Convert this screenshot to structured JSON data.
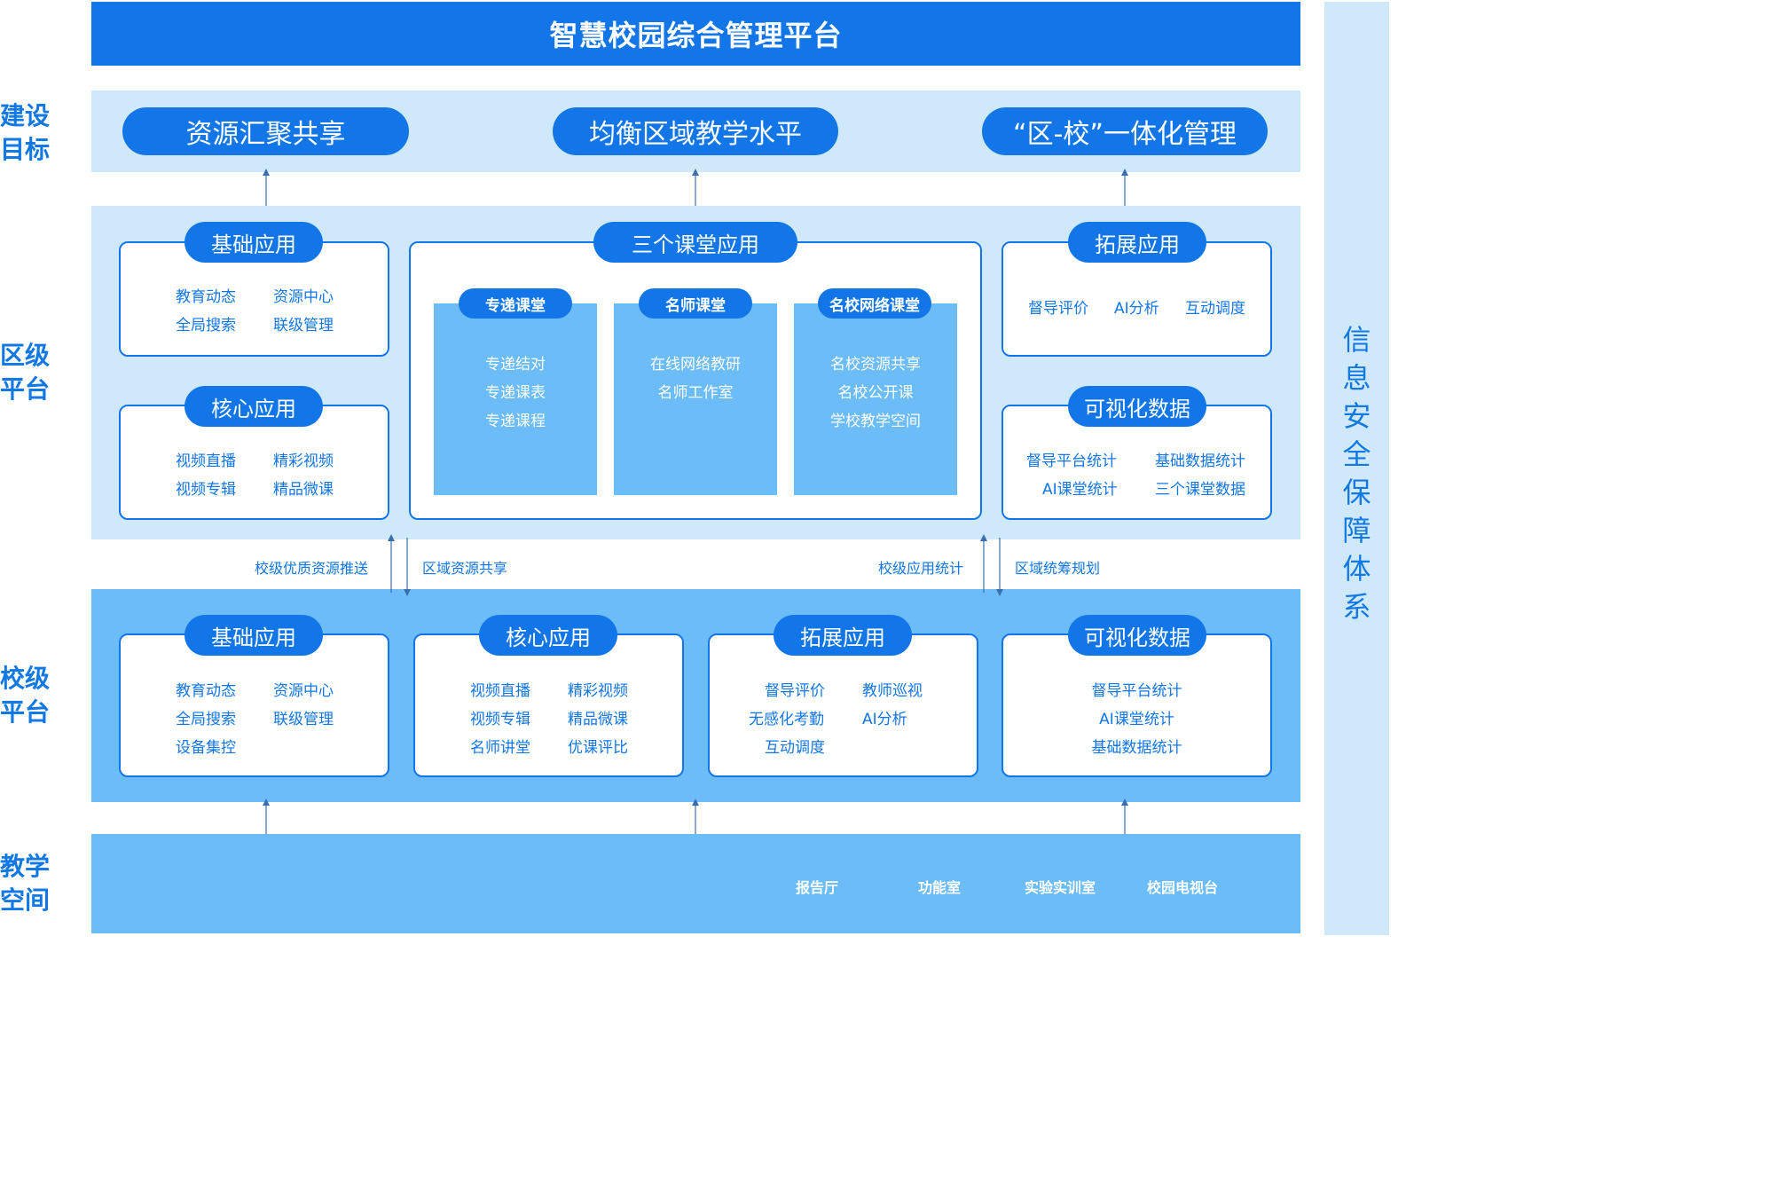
{
  "title": "智慧校园综合管理平台",
  "side_label": [
    "信",
    "息",
    "安",
    "全",
    "保",
    "障",
    "体",
    "系"
  ],
  "row_labels": {
    "goal": [
      "建设",
      "目标"
    ],
    "district": [
      "区级",
      "平台"
    ],
    "school": [
      "校级",
      "平台"
    ],
    "space": [
      "教学",
      "空间"
    ]
  },
  "goals": [
    "资源汇聚共享",
    "均衡区域教学水平",
    "“区-校”一体化管理"
  ],
  "district": {
    "basic": {
      "title": "基础应用",
      "items": [
        "教育动态",
        "资源中心",
        "全局搜索",
        "联级管理"
      ]
    },
    "core": {
      "title": "核心应用",
      "items": [
        "视频直播",
        "精彩视频",
        "视频专辑",
        "精品微课"
      ]
    },
    "three": {
      "title": "三个课堂应用",
      "columns": [
        {
          "title": "专递课堂",
          "items": [
            "专递结对",
            "专递课表",
            "专递课程"
          ]
        },
        {
          "title": "名师课堂",
          "items": [
            "在线网络教研",
            "名师工作室"
          ]
        },
        {
          "title": "名校网络课堂",
          "items": [
            "名校资源共享",
            "名校公开课",
            "学校教学空间"
          ]
        }
      ]
    },
    "extend": {
      "title": "拓展应用",
      "items": [
        "督导评价",
        "AI分析",
        "互动调度"
      ]
    },
    "visual": {
      "title": "可视化数据",
      "items": [
        "督导平台统计",
        "基础数据统计",
        "AI课堂统计",
        "三个课堂数据"
      ]
    }
  },
  "flows": {
    "left_up": "校级优质资源推送",
    "left_down": "区域资源共享",
    "right_up": "校级应用统计",
    "right_down": "区域统筹规划"
  },
  "school": {
    "basic": {
      "title": "基础应用",
      "items": [
        "教育动态",
        "资源中心",
        "全局搜索",
        "联级管理",
        "设备集控"
      ]
    },
    "core": {
      "title": "核心应用",
      "items": [
        "视频直播",
        "精彩视频",
        "视频专辑",
        "精品微课",
        "名师讲堂",
        "优课评比"
      ]
    },
    "extend": {
      "title": "拓展应用",
      "items": [
        "督导评价",
        "教师巡视",
        "无感化考勤",
        "AI分析",
        "互动调度"
      ]
    },
    "visual": {
      "title": "可视化数据",
      "items": [
        "督导平台统计",
        "AI课堂统计",
        "基础数据统计"
      ]
    }
  },
  "spaces": [
    "报告厅",
    "功能室",
    "实验实训室",
    "校园电视台"
  ],
  "colors": {
    "primary": "#1376e8",
    "light_band": "#cfe9fb",
    "mid_band": "#6cbcf8"
  }
}
